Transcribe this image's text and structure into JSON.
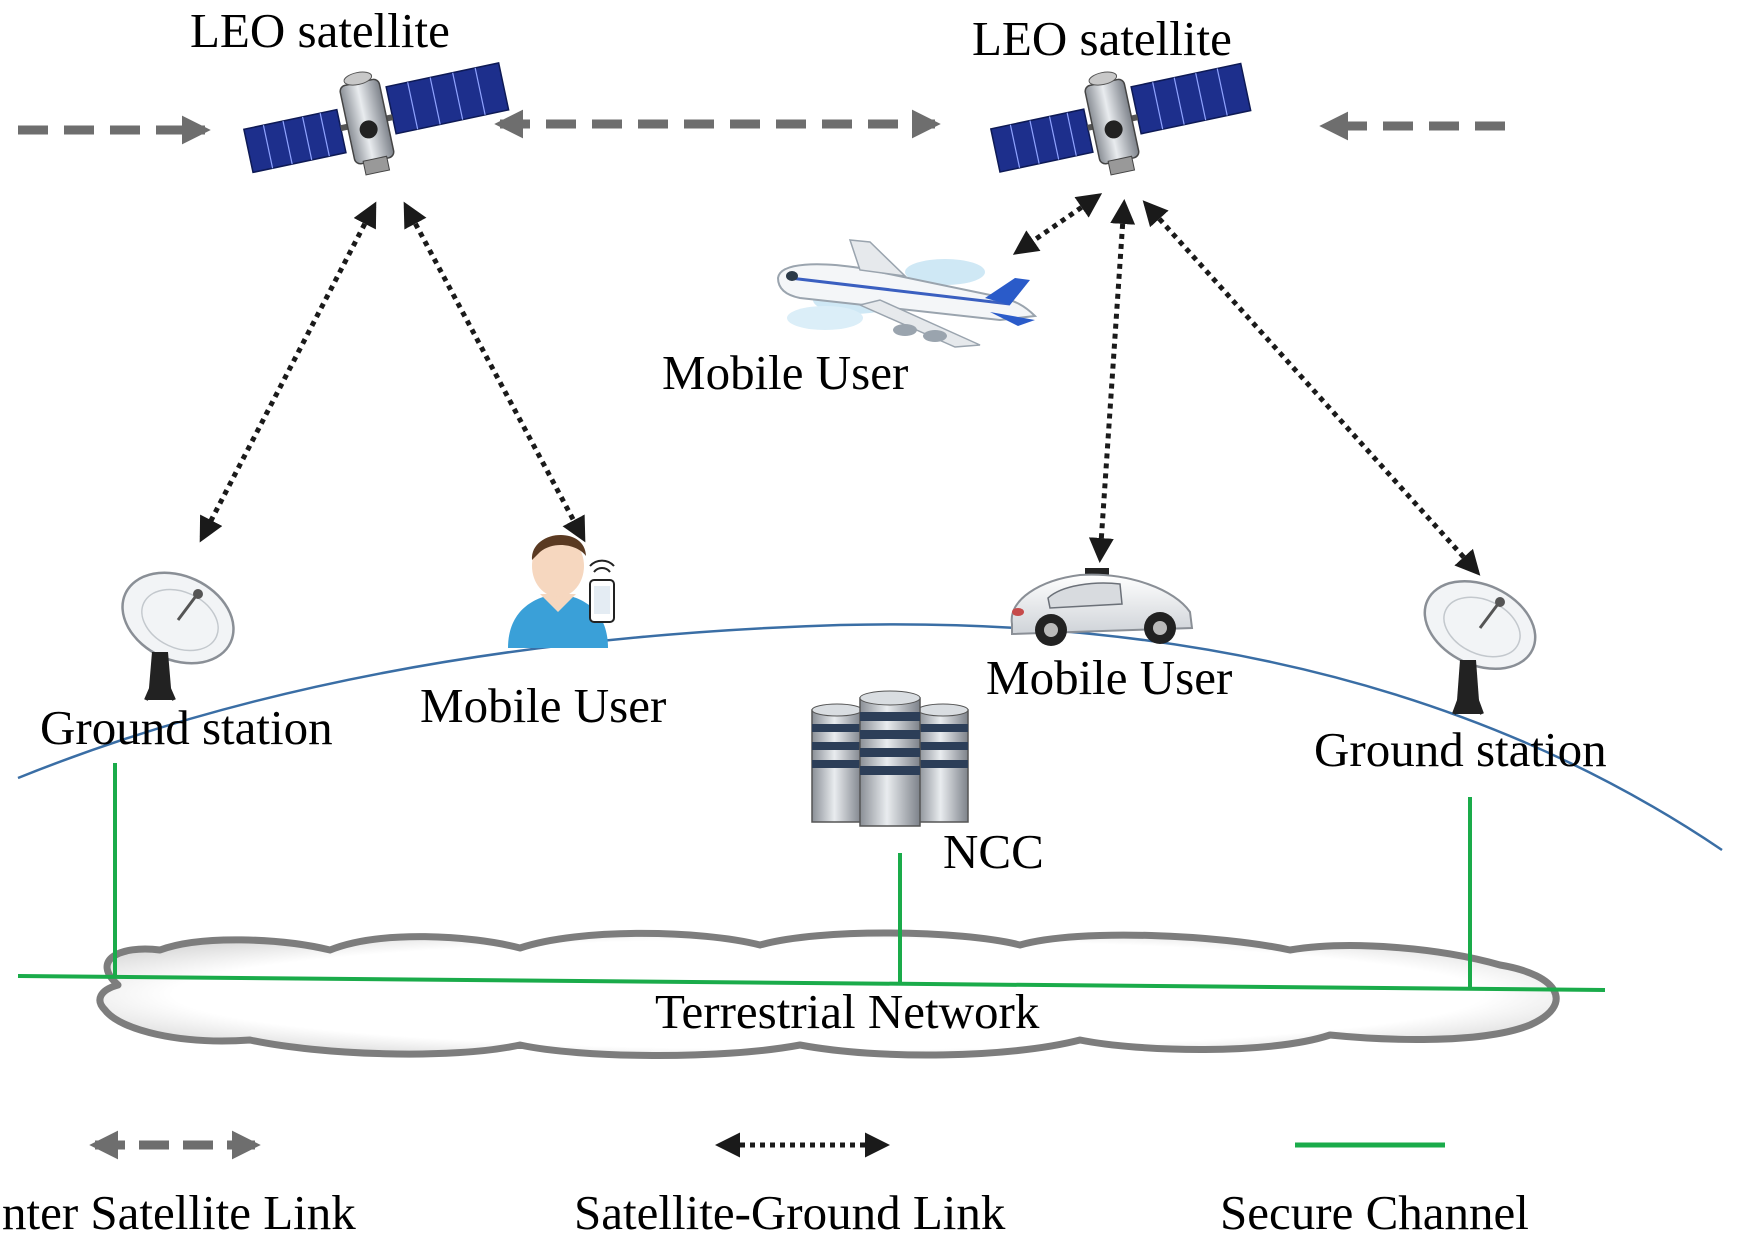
{
  "labels": {
    "sat_left": "LEO satellite",
    "sat_right": "LEO satellite",
    "plane_user": "Mobile User",
    "person_user": "Mobile User",
    "car_user": "Mobile User",
    "ground_left": "Ground station",
    "ground_right": "Ground station",
    "ncc": "NCC",
    "terrestrial": "Terrestrial Network"
  },
  "legend": {
    "inter_satellite": "nter Satellite Link",
    "satellite_ground": "Satellite-Ground Link",
    "secure": "Secure Channel"
  },
  "colors": {
    "inter_link": "#6e6e6e",
    "ground_link": "#1a1a1a",
    "secure": "#1aab4a",
    "earth_arc": "#3a6ea5",
    "panel": "#1d2f8c",
    "person": "#3aa0d8",
    "tail": "#2a5bc9"
  },
  "icons": {
    "satellite": "satellite-icon",
    "airplane": "airplane-icon",
    "person": "person-with-phone-icon",
    "car": "car-icon",
    "dish": "satellite-dish-icon",
    "server": "server-rack-icon",
    "cloud": "cloud-icon"
  }
}
